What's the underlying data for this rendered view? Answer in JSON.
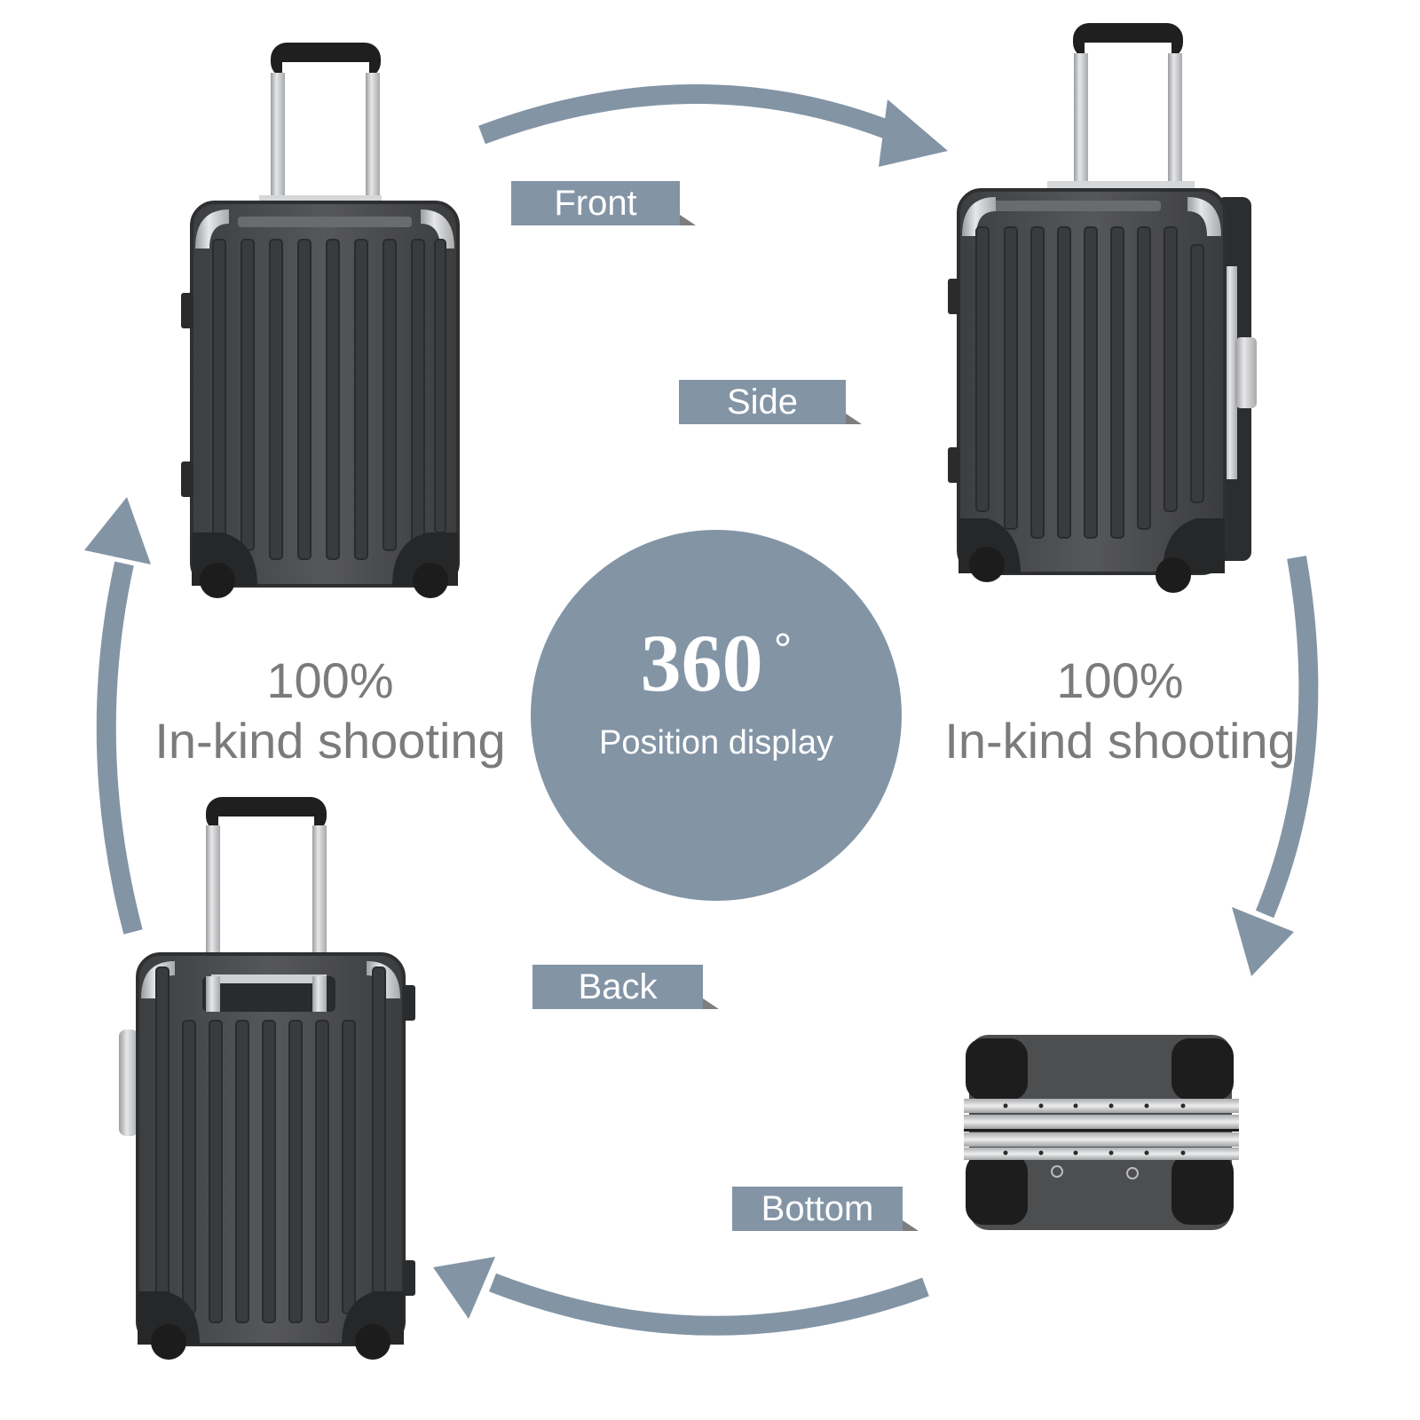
{
  "hub": {
    "title": "360",
    "degree_symbol": "°",
    "subtitle": "Position display"
  },
  "claims": {
    "left": {
      "percent": "100%",
      "text": "In-kind shooting"
    },
    "right": {
      "percent": "100%",
      "text": "In-kind shooting"
    }
  },
  "views": [
    {
      "label": "Front",
      "image": "suitcase-front-view"
    },
    {
      "label": "Side",
      "image": "suitcase-side-view"
    },
    {
      "label": "Back",
      "image": "suitcase-back-view"
    },
    {
      "label": "Bottom",
      "image": "suitcase-bottom-view"
    }
  ],
  "colors": {
    "accent": "#8394a5",
    "text_gray": "#7b7b7b",
    "shell": "#4a4b4d",
    "shell_dark": "#2b2c2e",
    "aluminum": "#c9cbcd",
    "handle": "#1f1f20",
    "background": "#ffffff"
  },
  "arrows": [
    {
      "name": "top-arrow",
      "direction": "clockwise-right"
    },
    {
      "name": "right-arrow",
      "direction": "clockwise-down"
    },
    {
      "name": "bottom-arrow",
      "direction": "clockwise-left"
    },
    {
      "name": "left-arrow",
      "direction": "clockwise-up"
    }
  ]
}
